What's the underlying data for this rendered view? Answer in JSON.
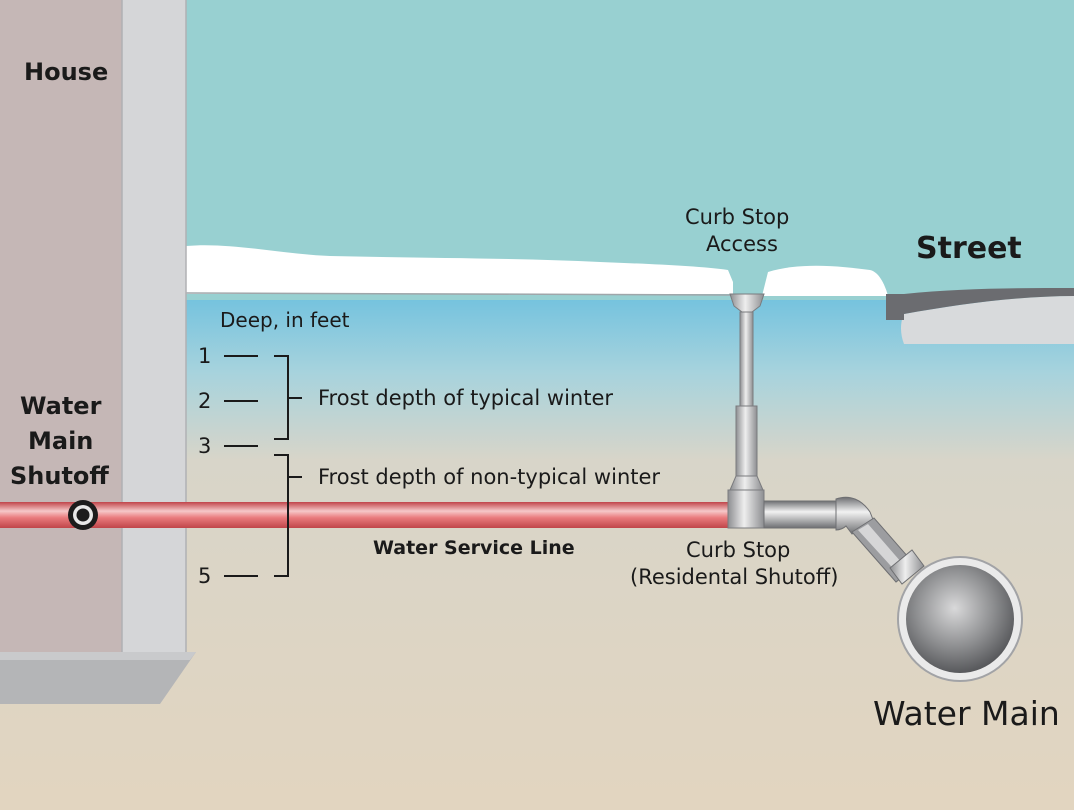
{
  "labels": {
    "house": "House",
    "street": "Street",
    "curb_stop_access": [
      "Curb Stop",
      "Access"
    ],
    "depth_header": "Deep, in feet",
    "depth_ticks": [
      "1",
      "2",
      "3",
      "5"
    ],
    "frost_typical": "Frost depth of typical winter",
    "frost_nontypical": "Frost depth of non-typical winter",
    "water_main_shutoff": [
      "Water",
      "Main",
      "Shutoff"
    ],
    "service_line": "Water Service Line",
    "curb_stop": [
      "Curb Stop",
      "(Residental Shutoff)"
    ],
    "water_main": "Water Main"
  },
  "colors": {
    "sky": "#98d0d1",
    "frost_top": "#6fc1de",
    "soil": "#e2d5c0",
    "snow": "#ffffff",
    "house_wall": "#c5b7b6",
    "foundation": "#d5d6d8",
    "pipe": "#e66a6b",
    "fitting": "#b4b5b7",
    "text": "#1a1a1a"
  }
}
